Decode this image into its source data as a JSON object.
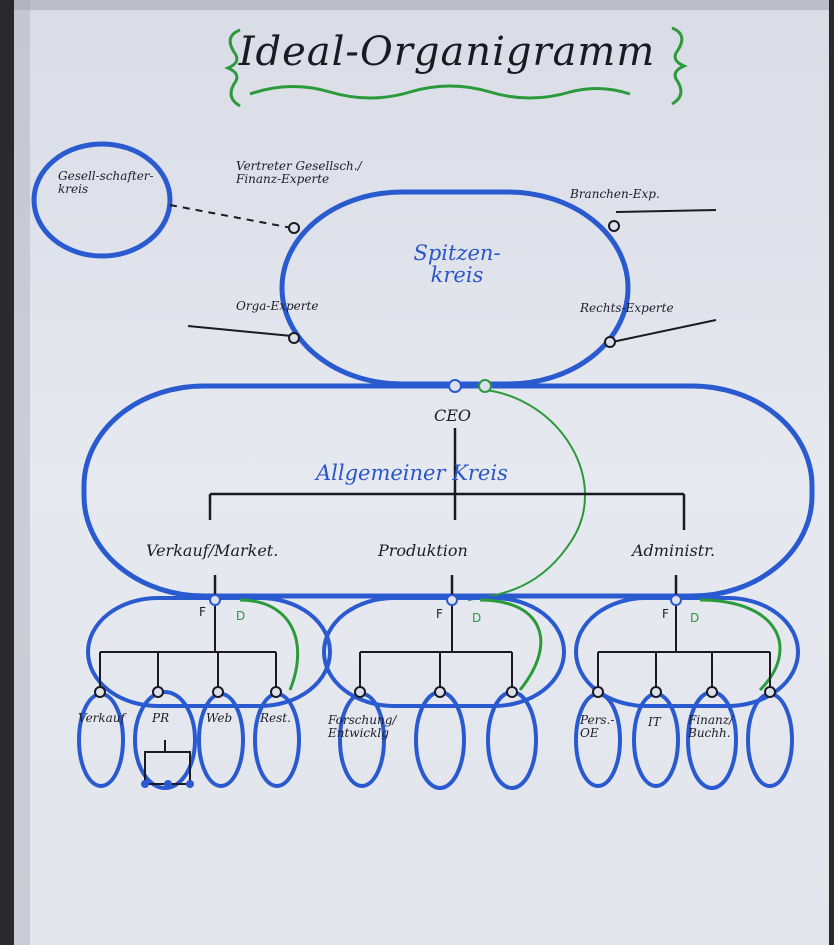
{
  "title": "Ideal-Organigramm",
  "side_circle": {
    "label": "Gesell-schafter-kreis"
  },
  "top_circle": {
    "label": "Spitzen-kreis",
    "experts": {
      "top_left": "Vertreter Gesellsch./ Finanz-Experte",
      "top_right": "Branchen-Exp.",
      "bottom_left": "Orga-Experte",
      "bottom_right": "Rechts-Experte"
    }
  },
  "ceo": "CEO",
  "general_circle": {
    "label": "Allgemeiner Kreis"
  },
  "departments": [
    {
      "name": "Verkauf/Market.",
      "f": "F",
      "d": "D",
      "units": [
        "Verkauf",
        "PR",
        "Web",
        "Rest."
      ]
    },
    {
      "name": "Produktion",
      "f": "F",
      "d": "D",
      "units": [
        "Forschung/ Entwicklg"
      ]
    },
    {
      "name": "Administr.",
      "f": "F",
      "d": "D",
      "units": [
        "Pers.-OE",
        "IT",
        "Finanz/ Buchh."
      ]
    }
  ],
  "colors": {
    "paper": "#e4e6ee",
    "blue_ink": "#2a5ad0",
    "green_ink": "#2a9a3a",
    "black_ink": "#1a1a22"
  }
}
